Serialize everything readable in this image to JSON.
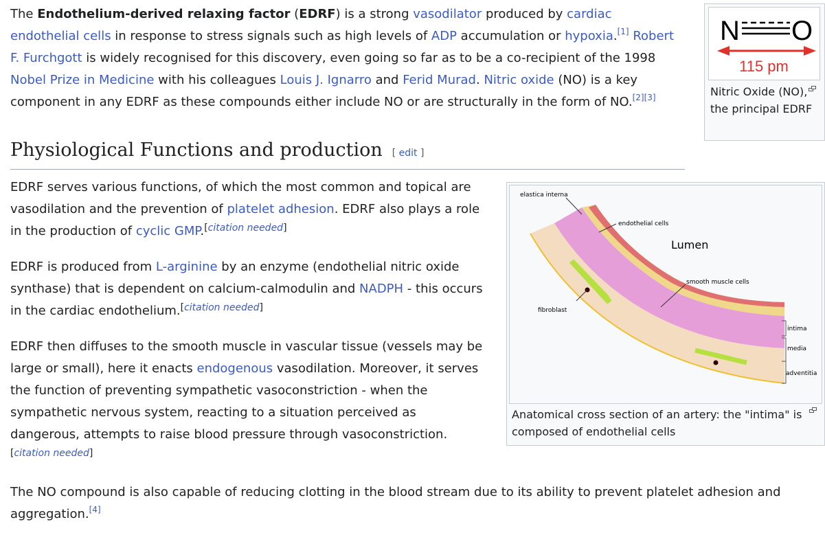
{
  "intro": [
    {
      "t": "The "
    },
    {
      "t": "Endothelium-derived relaxing factor",
      "b": true
    },
    {
      "t": " ("
    },
    {
      "t": "EDRF",
      "b": true
    },
    {
      "t": ") is a strong "
    },
    {
      "t": "vasodilator",
      "l": true
    },
    {
      "t": " produced by "
    },
    {
      "t": "cardiac endothelial cells",
      "l": true
    },
    {
      "t": " in response to stress signals such as high levels of "
    },
    {
      "t": "ADP",
      "l": true
    },
    {
      "t": " accumulation or "
    },
    {
      "t": "hypoxia",
      "l": true
    },
    {
      "t": "."
    },
    {
      "t": "[1]",
      "s": true
    },
    {
      "t": " "
    },
    {
      "t": "Robert F. Furchgott",
      "l": true
    },
    {
      "t": " is widely recognised for this discovery, even going so far as to be a co-recipient of the 1998 "
    },
    {
      "t": "Nobel Prize in Medicine",
      "l": true
    },
    {
      "t": " with his colleagues "
    },
    {
      "t": "Louis J. Ignarro",
      "l": true
    },
    {
      "t": " and "
    },
    {
      "t": "Ferid Murad",
      "l": true
    },
    {
      "t": ". "
    },
    {
      "t": "Nitric oxide",
      "l": true
    },
    {
      "t": " (NO) is a key component in any EDRF as these compounds either include NO or are structurally in the form of NO."
    },
    {
      "t": "[2]",
      "s": true
    },
    {
      "t": "[3]",
      "s": true
    }
  ],
  "section": {
    "title": "Physiological Functions and production",
    "edit": "edit",
    "lb": "[ ",
    "rb": " ]"
  },
  "paras": [
    [
      {
        "t": "EDRF serves various functions, of which the most common and topical are vasodilation and the prevention of "
      },
      {
        "t": "platelet adhesion",
        "l": true
      },
      {
        "t": ". EDRF also plays a role in the production of "
      },
      {
        "t": "cyclic GMP",
        "l": true
      },
      {
        "t": "."
      },
      {
        "t": "citation needed",
        "c": true
      }
    ],
    [
      {
        "t": "EDRF is produced from "
      },
      {
        "t": "L-arginine",
        "l": true
      },
      {
        "t": " by an enzyme (endothelial nitric oxide synthase) that is dependent on calcium-calmodulin and "
      },
      {
        "t": "NADPH",
        "l": true
      },
      {
        "t": " - this occurs in the cardiac endothelium."
      },
      {
        "t": "citation needed",
        "c": true
      }
    ],
    [
      {
        "t": "EDRF then diffuses to the smooth muscle in vascular tissue (vessels may be large or small), here it enacts "
      },
      {
        "t": "endogenous",
        "l": true
      },
      {
        "t": " vasodilation. Moreover, it serves the function of preventing sympathetic vasoconstriction - when the sympathetic nervous system, reacting to a situation perceived as dangerous, attempts to raise blood pressure through vasoconstriction."
      },
      {
        "t": "citation needed",
        "c": true,
        "br": true
      }
    ],
    [
      {
        "t": "The NO compound is also capable of reducing clotting in the blood stream due to its ability to prevent platelet adhesion and aggregation."
      },
      {
        "t": "[4]",
        "s": true
      }
    ]
  ],
  "figure1": {
    "atom_left": "N",
    "atom_right": "O",
    "length": "115 pm",
    "caption": "Nitric Oxide (NO), the principal EDRF",
    "color": "#e0312b"
  },
  "figure2": {
    "labels": {
      "elastica": "elastica interna",
      "endo": "endothelial cells",
      "lumen": "Lumen",
      "smc": "smooth muscle cells",
      "fibro": "fibroblast",
      "intima": "intima",
      "media": "media",
      "adventitia": "adventitia"
    },
    "caption": "Anatomical cross section of an artery: the \"intima\" is composed of endothelial cells"
  },
  "link_color": "#3a5bc7"
}
